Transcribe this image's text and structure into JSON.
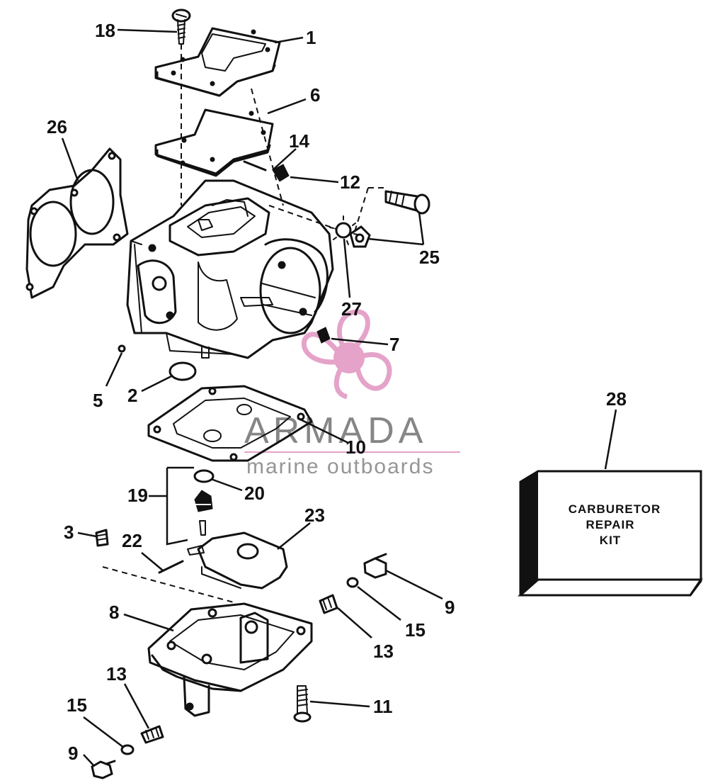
{
  "callouts": {
    "c1": "1",
    "c2": "2",
    "c3": "3",
    "c5": "5",
    "c6": "6",
    "c7": "7",
    "c8": "8",
    "c9a": "9",
    "c9b": "9",
    "c10": "10",
    "c11": "11",
    "c12": "12",
    "c13a": "13",
    "c13b": "13",
    "c14": "14",
    "c15a": "15",
    "c15b": "15",
    "c18": "18",
    "c19": "19",
    "c20": "20",
    "c22": "22",
    "c23": "23",
    "c25": "25",
    "c26": "26",
    "c27": "27",
    "c28": "28"
  },
  "kit_box": {
    "line1": "CARBURETOR",
    "line2": "REPAIR",
    "line3": "KIT"
  },
  "watermark": {
    "brand": "ARMADA",
    "tagline": "marine outboards",
    "brand_color": "#e39ac4",
    "text_color": "#7a7a7a"
  }
}
